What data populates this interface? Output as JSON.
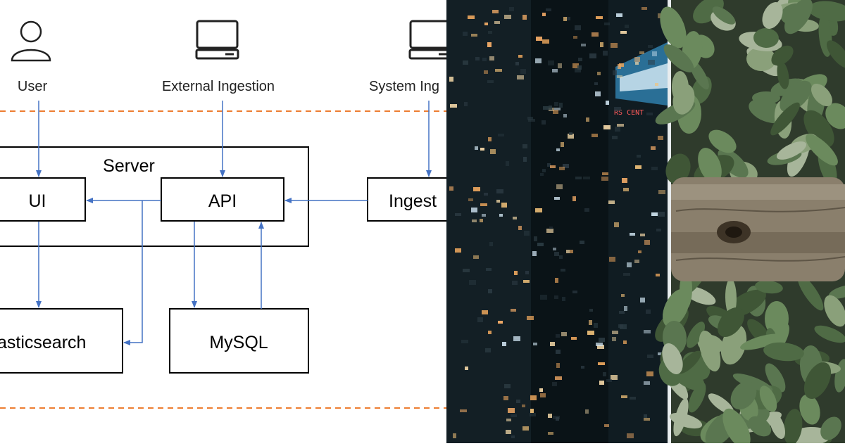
{
  "diagram": {
    "actors": {
      "user": "User",
      "external_ingestion": "External Ingestion",
      "system_ingestion": "System Ing"
    },
    "server_label": "Server",
    "nodes": {
      "ui": "UI",
      "api": "API",
      "ingest": "Ingest",
      "elasticsearch": "asticsearch",
      "mysql": "MySQL"
    },
    "colors": {
      "arrow": "#4472c4",
      "dashed_boundary": "#ed7d31",
      "box_stroke": "#000000"
    }
  },
  "photos": {
    "city_sign_fragment": "RS CENT"
  }
}
